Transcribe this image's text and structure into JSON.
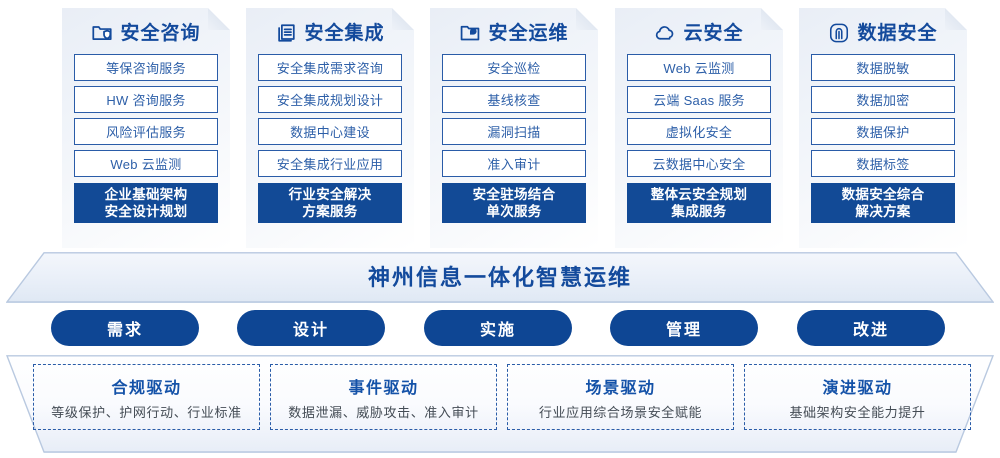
{
  "pillars": [
    {
      "icon": "folder-shield-icon",
      "title": "安全咨询",
      "items": [
        "等保咨询服务",
        "HW 咨询服务",
        "风险评估服务",
        "Web 云监测"
      ],
      "summary": [
        "企业基础架构",
        "安全设计规划"
      ]
    },
    {
      "icon": "documents-stack-icon",
      "title": "安全集成",
      "items": [
        "安全集成需求咨询",
        "安全集成规划设计",
        "数据中心建设",
        "安全集成行业应用"
      ],
      "summary": [
        "行业安全解决",
        "方案服务"
      ]
    },
    {
      "icon": "monitor-chart-icon",
      "title": "安全运维",
      "items": [
        "安全巡检",
        "基线核查",
        "漏洞扫描",
        "准入审计"
      ],
      "summary": [
        "安全驻场结合",
        "单次服务"
      ]
    },
    {
      "icon": "cloud-icon",
      "title": "云安全",
      "items": [
        "Web 云监测",
        "云端 Saas 服务",
        "虚拟化安全",
        "云数据中心安全"
      ],
      "summary": [
        "整体云安全规划",
        "集成服务"
      ]
    },
    {
      "icon": "fingerprint-icon",
      "title": "数据安全",
      "items": [
        "数据脱敏",
        "数据加密",
        "数据保护",
        "数据标签"
      ],
      "summary": [
        "数据安全综合",
        "解决方案"
      ]
    }
  ],
  "banner": {
    "text": "神州信息一体化智慧运维"
  },
  "stages": [
    {
      "label": "需求"
    },
    {
      "label": "设计"
    },
    {
      "label": "实施"
    },
    {
      "label": "管理"
    },
    {
      "label": "改进"
    }
  ],
  "drivers": [
    {
      "title": "合规驱动",
      "desc": "等级保护、护网行动、行业标准"
    },
    {
      "title": "事件驱动",
      "desc": "数据泄漏、威胁攻击、准入审计"
    },
    {
      "title": "场景驱动",
      "desc": "行业应用综合场景安全赋能"
    },
    {
      "title": "演进驱动",
      "desc": "基础架构安全能力提升"
    }
  ],
  "colors": {
    "brand_blue": "#134a9c",
    "deep_blue": "#0e4694",
    "box_border": "#2a5ca8",
    "panel_bg": "#eff3f9",
    "text_gray": "#444c55"
  }
}
